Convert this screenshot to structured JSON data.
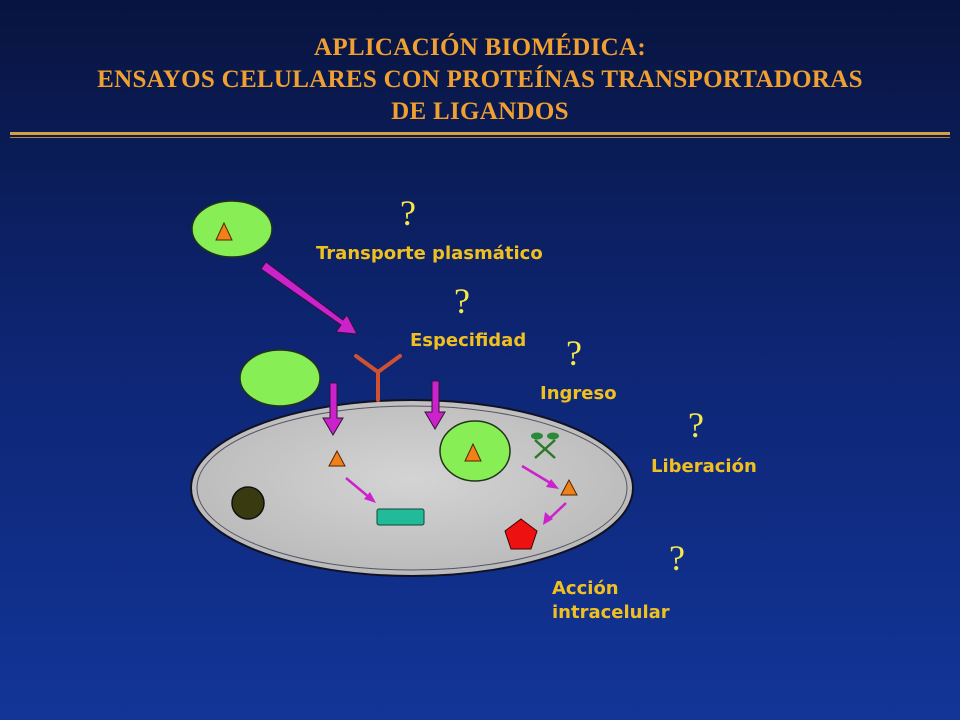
{
  "title": {
    "line1": "APLICACIÓN BIOMÉDICA:",
    "line2": "ENSAYOS CELULARES CON PROTEÍNAS TRANSPORTADORAS",
    "line3": "DE LIGANDOS"
  },
  "question_mark": "?",
  "labels": {
    "plasma_transport": "Transporte plasmático",
    "specificity": "Especifidad",
    "entry": "Ingreso",
    "release": "Liberación",
    "action_line1": "Acción",
    "action_line2": "intracelular"
  },
  "colors": {
    "title": "#f0a030",
    "question": "#f5e84a",
    "label": "#f0c020",
    "cell": "#c8c8c8",
    "vesicle": "#88ee55",
    "ligand": "#f08018",
    "arrow": "#cc22cc",
    "receptor": "#d05030",
    "nucleus": "#3a3a10",
    "target_rect": "#22bb99",
    "target_pentagon": "#ee1111"
  }
}
